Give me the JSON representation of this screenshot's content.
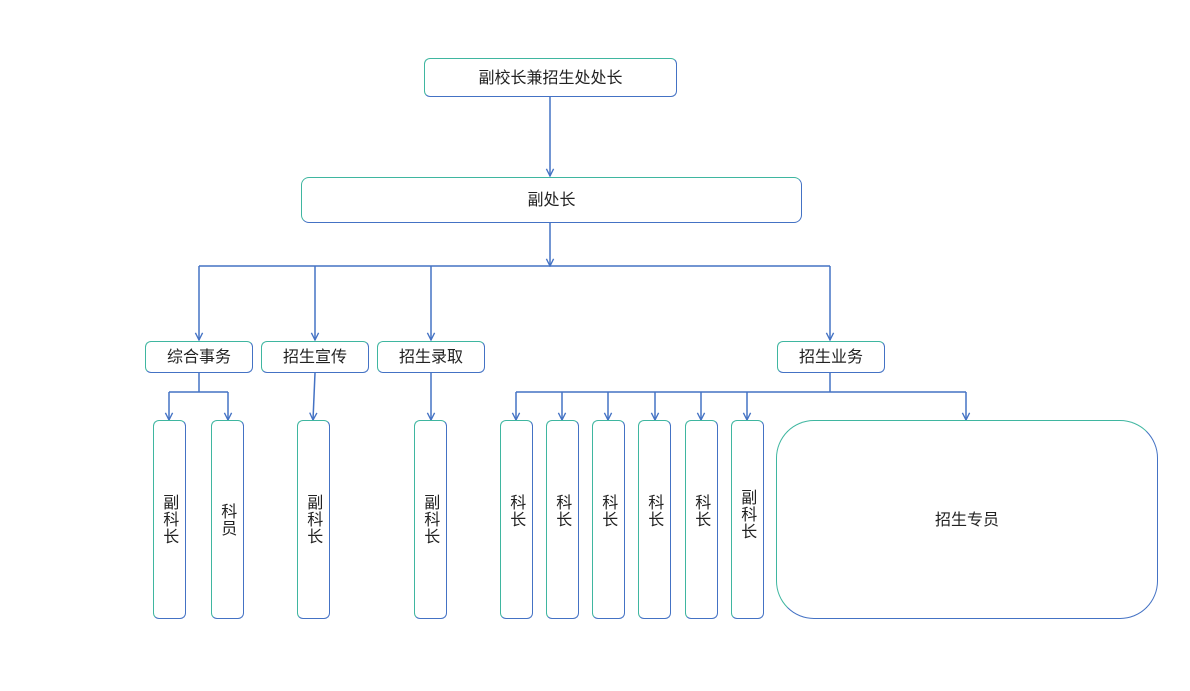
{
  "diagram": {
    "root": "副校长兼招生处处长",
    "deputy": "副处长",
    "departments": {
      "general": "综合事务",
      "promotion": "招生宣传",
      "admission": "招生录取",
      "business": "招生业务"
    },
    "general_staff": [
      "副科长",
      "科员"
    ],
    "promotion_staff": [
      "副科长"
    ],
    "admission_staff": [
      "副科长"
    ],
    "business_staff": [
      "科长",
      "科长",
      "科长",
      "科长",
      "科长",
      "副科长"
    ],
    "specialist": "招生专员"
  },
  "colors": {
    "connector": "#4472c4",
    "border_teal": "#3fb6a0",
    "border_blue": "#4472c4"
  }
}
